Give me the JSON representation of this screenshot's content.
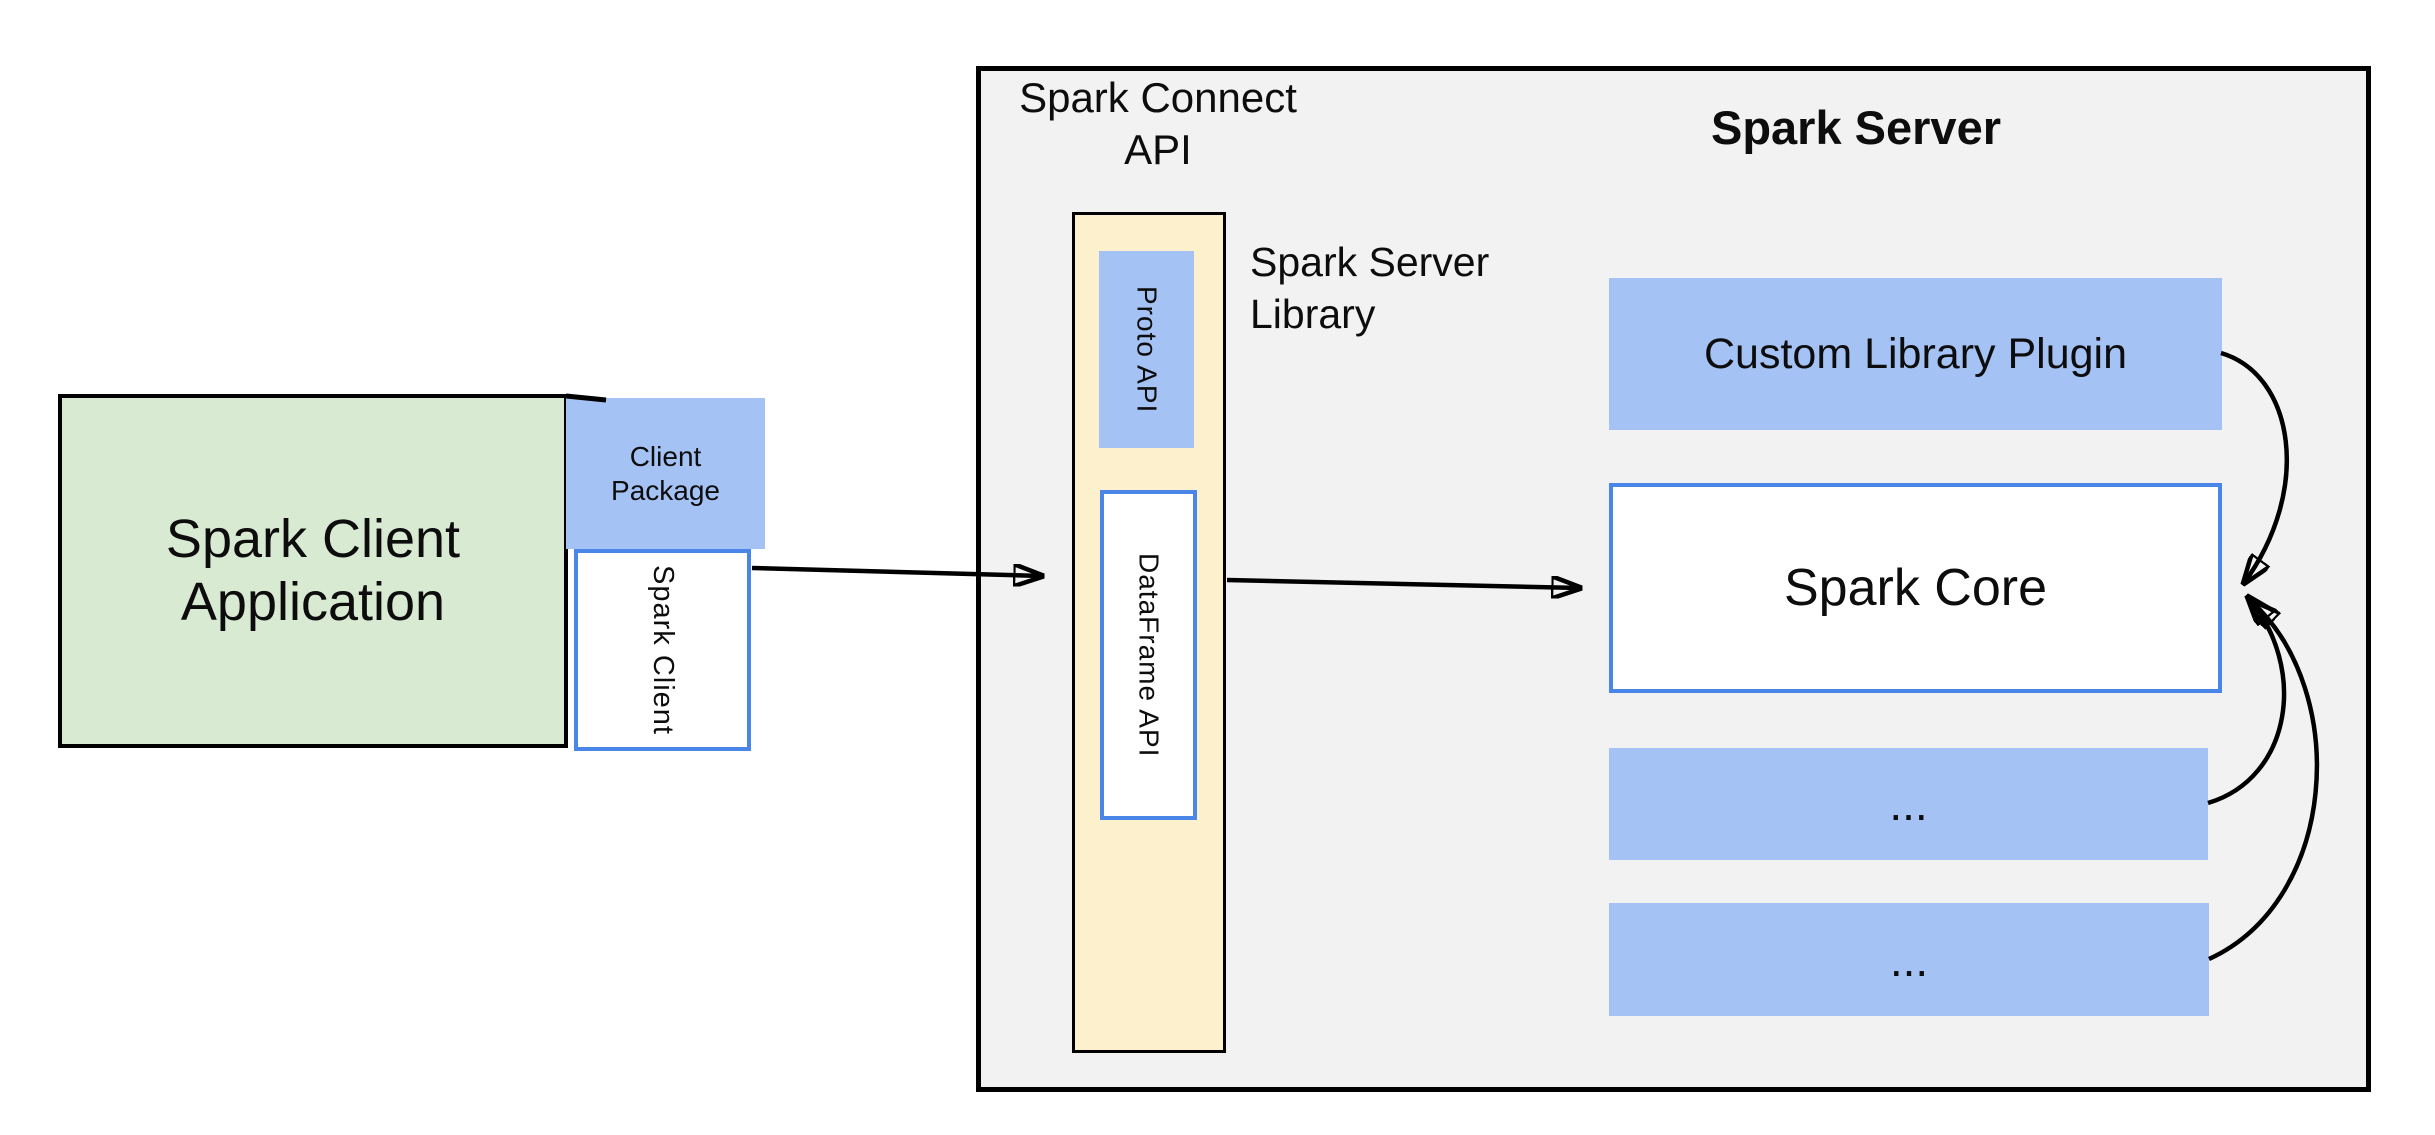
{
  "colors": {
    "client_app_fill": "#d9ead3",
    "blue_fill": "#a4c2f4",
    "library_fill": "#fdf0cc",
    "server_fill": "#f2f2f2",
    "blue_border": "#4a86e8",
    "line_color": "#000000"
  },
  "client_area": {
    "app_label": "Spark Client Application",
    "package_label": "Client Package",
    "client_label": "Spark Client"
  },
  "connect_area": {
    "title": "Spark Connect API",
    "library_label": "Spark Server Library",
    "proto_label": "Proto API",
    "dataframe_label": "DataFrame API"
  },
  "server_area": {
    "title": "Spark Server",
    "plugin_label": "Custom Library Plugin",
    "core_label": "Spark Core",
    "row1_label": "...",
    "row2_label": "..."
  }
}
